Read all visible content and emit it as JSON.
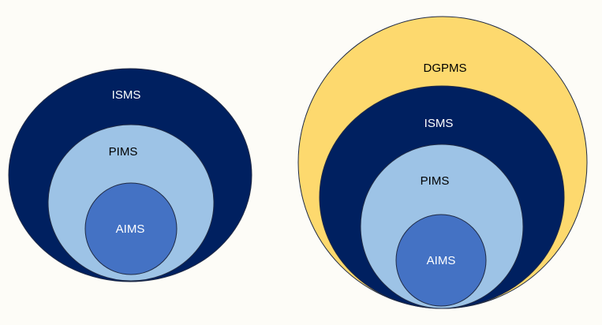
{
  "left_diagram": {
    "outer_label": "ISMS",
    "middle_label": "PIMS",
    "inner_label": "AIMS"
  },
  "right_diagram": {
    "outermost_label": "DGPMS",
    "outer_label": "ISMS",
    "middle_label": "PIMS",
    "inner_label": "AIMS"
  },
  "colors": {
    "background": "#fdfcf7",
    "dgpms_fill": "#fdd96e",
    "isms_fill": "#002060",
    "pims_fill": "#9dc3e6",
    "aims_fill": "#4472c4",
    "outline": "#1f2a44",
    "label_on_dark": "#ffffff",
    "label_on_light": "#000000"
  }
}
